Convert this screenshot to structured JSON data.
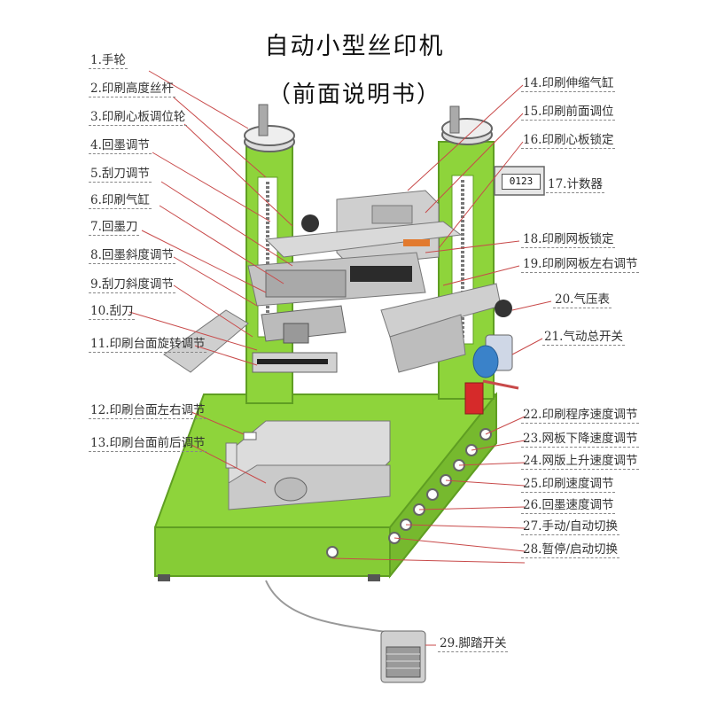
{
  "title": "自动小型丝印机",
  "subtitle": "（前面说明书）",
  "counter_display": "0123",
  "colors": {
    "frame_green": "#8ed43b",
    "frame_green_dark": "#5f9e22",
    "metal_grey": "#c9c9c9",
    "metal_dark": "#7d7d7d",
    "leader_red": "#c84a4a",
    "pedal_grey": "#9a9a9a"
  },
  "labels_left": [
    "1.手轮",
    "2.印刷高度丝杆",
    "3.印刷心板调位轮",
    "4.回墨调节",
    "5.刮刀调节",
    "6.印刷气缸",
    "7.回墨刀",
    "8.回墨斜度调节",
    "9.刮刀斜度调节",
    "10.刮刀",
    "11.印刷台面旋转调节",
    "12.印刷台面左右调节",
    "13.印刷台面前后调节"
  ],
  "labels_right": [
    "14.印刷伸缩气缸",
    "15.印刷前面调位",
    "16.印刷心板锁定",
    "17.计数器",
    "18.印刷网板锁定",
    "19.印刷网板左右调节",
    "20.气压表",
    "21.气动总开关",
    "22.印刷程序速度调节",
    "23.网板下降速度调节",
    "24.网版上升速度调节",
    "25.印刷速度调节",
    "26.回墨速度调节",
    "27.手动/自动切换",
    "28.暂停/启动切换",
    "29.脚踏开关"
  ]
}
